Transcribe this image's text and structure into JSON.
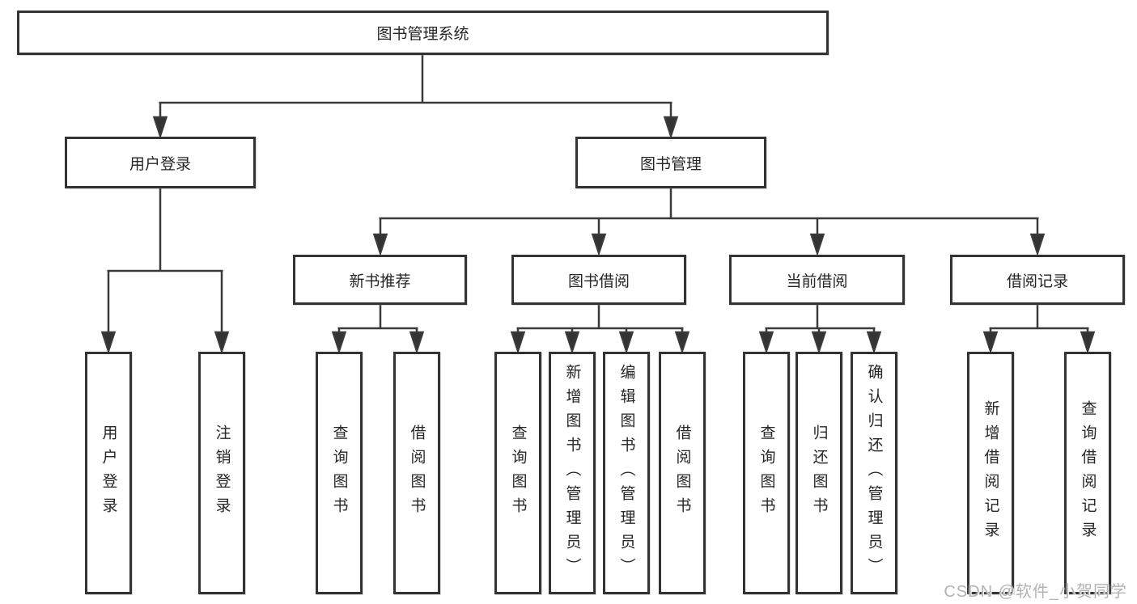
{
  "nodes": {
    "root": "图书管理系统",
    "user_login": "用户登录",
    "book_management": "图书管理",
    "new_book_recommend": "新书推荐",
    "book_borrow": "图书借阅",
    "current_borrow": "当前借阅",
    "borrow_records": "借阅记录",
    "leaves": {
      "user_login_leaf": "用户登录",
      "logout": "注销登录",
      "nb_query_books": "查询图书",
      "nb_borrow_books": "借阅图书",
      "bb_query_books": "查询图书",
      "bb_add_books_admin": "新增图书（管理员）",
      "bb_edit_books_admin": "编辑图书（管理员）",
      "bb_borrow_books": "借阅图书",
      "cb_query_books": "查询图书",
      "cb_return_books": "归还图书",
      "cb_confirm_return_admin": "确认归还（管理员）",
      "br_add_record": "新增借阅记录",
      "br_query_record": "查询借阅记录"
    }
  },
  "watermark": "CSDN @软件_小贺同学",
  "colors": {
    "line": "#3a3a3a",
    "border": "#333333",
    "text": "#262626",
    "watermark": "#b3b3b3",
    "background": "#ffffff"
  }
}
